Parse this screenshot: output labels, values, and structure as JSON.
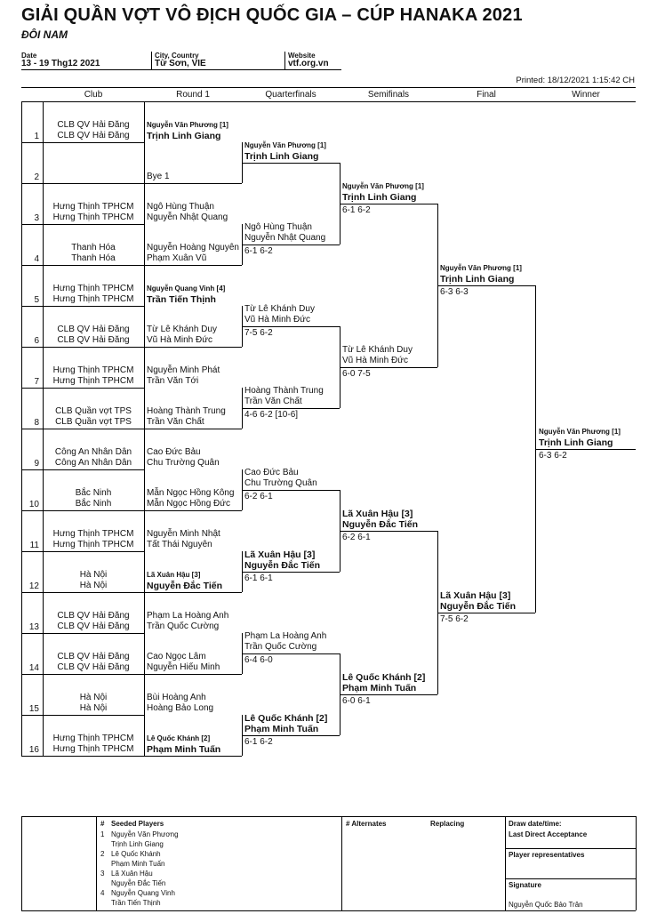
{
  "header": {
    "title": "GIẢI QUẦN VỢT VÔ ĐỊCH QUỐC GIA – CÚP HANAKA 2021",
    "subtitle": "ĐÔI NAM",
    "date_label": "Date",
    "date_value": "13 - 19 Thg12 2021",
    "city_label": "City, Country",
    "city_value": "Từ Sơn, VIE",
    "website_label": "Website",
    "website_value": "vtf.org.vn",
    "printed": "Printed: 18/12/2021 1:15:42 CH"
  },
  "columns": [
    "Club",
    "Round 1",
    "Quarterfinals",
    "Semifinals",
    "Final",
    "Winner"
  ],
  "entries": [
    {
      "num": "1",
      "club": [
        "CLB QV Hải Đăng",
        "CLB QV Hải Đăng"
      ],
      "p1": "Nguyễn Văn Phương [1]",
      "p2": "Trịnh Linh Giang"
    },
    {
      "num": "2",
      "club": [
        "",
        ""
      ],
      "p1": "",
      "p2": "Bye 1"
    },
    {
      "num": "3",
      "club": [
        "Hưng Thịnh TPHCM",
        "Hưng Thịnh TPHCM"
      ],
      "p1": "Ngô Hùng Thuận",
      "p2": "Nguyễn Nhật Quang"
    },
    {
      "num": "4",
      "club": [
        "Thanh Hóa",
        "Thanh Hóa"
      ],
      "p1": "Nguyễn Hoàng Nguyên",
      "p2": "Phạm Xuân Vũ"
    },
    {
      "num": "5",
      "club": [
        "Hưng Thịnh TPHCM",
        "Hưng Thịnh TPHCM"
      ],
      "p1": "Nguyễn Quang Vinh [4]",
      "p2": "Trần Tiến Thịnh"
    },
    {
      "num": "6",
      "club": [
        "CLB QV Hải Đăng",
        "CLB QV Hải Đăng"
      ],
      "p1": "Từ Lê Khánh Duy",
      "p2": "Vũ Hà Minh Đức"
    },
    {
      "num": "7",
      "club": [
        "Hưng Thịnh TPHCM",
        "Hưng Thịnh TPHCM"
      ],
      "p1": "Nguyễn Minh Phát",
      "p2": "Trần Văn Tới"
    },
    {
      "num": "8",
      "club": [
        "CLB Quần vợt TPS",
        "CLB Quần vợt TPS"
      ],
      "p1": "Hoàng Thành Trung",
      "p2": "Trần Văn Chất"
    },
    {
      "num": "9",
      "club": [
        "Công An Nhân Dân",
        "Công An Nhân Dân"
      ],
      "p1": "Cao Đức Bảu",
      "p2": "Chu Trường Quân"
    },
    {
      "num": "10",
      "club": [
        "Bắc Ninh",
        "Bắc Ninh"
      ],
      "p1": "Mẫn Ngọc Hồng Kông",
      "p2": "Mẫn Ngọc Hồng Đức"
    },
    {
      "num": "11",
      "club": [
        "Hưng Thịnh TPHCM",
        "Hưng Thịnh TPHCM"
      ],
      "p1": "Nguyễn Minh Nhật",
      "p2": "Tất Thái Nguyên"
    },
    {
      "num": "12",
      "club": [
        "Hà Nội",
        "Hà Nội"
      ],
      "p1": "Lã Xuân Hậu [3]",
      "p2": "Nguyễn Đắc Tiến"
    },
    {
      "num": "13",
      "club": [
        "CLB QV Hải Đăng",
        "CLB QV Hải Đăng"
      ],
      "p1": "Phạm La Hoàng Anh",
      "p2": "Trần Quốc Cường"
    },
    {
      "num": "14",
      "club": [
        "CLB QV Hải Đăng",
        "CLB QV Hải Đăng"
      ],
      "p1": "Cao Ngọc Lâm",
      "p2": "Nguyễn Hiếu Minh"
    },
    {
      "num": "15",
      "club": [
        "Hà Nội",
        "Hà Nội"
      ],
      "p1": "Bùi Hoàng Anh",
      "p2": "Hoàng Bảo Long"
    },
    {
      "num": "16",
      "club": [
        "Hưng Thịnh TPHCM",
        "Hưng Thịnh TPHCM"
      ],
      "p1": "Lê Quốc Khánh [2]",
      "p2": "Phạm Minh Tuấn"
    }
  ],
  "qf": [
    {
      "p1": "Nguyễn Văn Phương [1]",
      "p2": "Trịnh Linh Giang",
      "score": ""
    },
    {
      "p1": "Ngô Hùng Thuận",
      "p2": "Nguyễn Nhật Quang",
      "score": "6-1 6-2"
    },
    {
      "p1": "Từ Lê Khánh Duy",
      "p2": "Vũ Hà Minh Đức",
      "score": "7-5 6-2"
    },
    {
      "p1": "Hoàng Thành Trung",
      "p2": "Trần Văn Chất",
      "score": "4-6 6-2 [10-6]"
    },
    {
      "p1": "Cao Đức Bảu",
      "p2": "Chu Trường Quân",
      "score": "6-2 6-1"
    },
    {
      "p1": "Lã Xuân Hậu [3]",
      "p2": "Nguyễn Đắc Tiến",
      "score": "6-1 6-1"
    },
    {
      "p1": "Phạm La Hoàng Anh",
      "p2": "Trần Quốc Cường",
      "score": "6-4 6-0"
    },
    {
      "p1": "Lê Quốc Khánh [2]",
      "p2": "Phạm Minh Tuấn",
      "score": "6-1 6-2"
    }
  ],
  "sf": [
    {
      "p1": "Nguyễn Văn Phương [1]",
      "p2": "Trịnh Linh Giang",
      "score": "6-1 6-2"
    },
    {
      "p1": "Từ Lê Khánh Duy",
      "p2": "Vũ Hà Minh Đức",
      "score": "6-0 7-5"
    },
    {
      "p1": "Lã Xuân Hậu [3]",
      "p2": "Nguyễn Đắc Tiến",
      "score": "6-2 6-1"
    },
    {
      "p1": "Lê Quốc Khánh [2]",
      "p2": "Phạm Minh Tuấn",
      "score": "6-0 6-1"
    }
  ],
  "final": [
    {
      "p1": "Nguyễn Văn Phương [1]",
      "p2": "Trịnh Linh Giang",
      "score": "6-3 6-3"
    },
    {
      "p1": "Lã Xuân Hậu [3]",
      "p2": "Nguyễn Đắc Tiến",
      "score": "7-5 6-2"
    }
  ],
  "winner": {
    "p1": "Nguyễn Văn Phương [1]",
    "p2": "Trịnh Linh Giang",
    "score": "6-3 6-2"
  },
  "footer": {
    "hash": "#",
    "seeded_title": "Seeded Players",
    "seeds": [
      {
        "n": "1",
        "a": "Nguyễn Văn Phương",
        "b": "Trịnh Linh Giang"
      },
      {
        "n": "2",
        "a": "Lê Quốc Khánh",
        "b": "Phạm Minh Tuấn"
      },
      {
        "n": "3",
        "a": "Lã Xuân Hậu",
        "b": "Nguyễn Đắc Tiến"
      },
      {
        "n": "4",
        "a": "Nguyễn Quang Vinh",
        "b": "Trần Tiến Thịnh"
      }
    ],
    "alternates": "# Alternates",
    "replacing": "Replacing",
    "draw_date": "Draw date/time:",
    "last_direct": "Last Direct Acceptance",
    "player_reps": "Player representatives",
    "signature": "Signature",
    "referee": "Nguyễn Quốc Bảo Trân"
  }
}
